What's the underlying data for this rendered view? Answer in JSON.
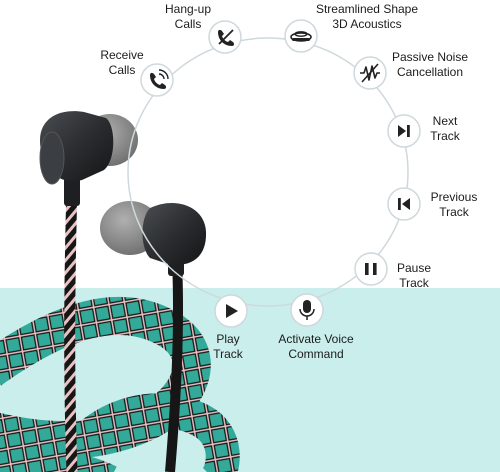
{
  "features": [
    {
      "id": "hangup",
      "icon": "hang-up-phone-icon",
      "lines": [
        "Hang-up",
        "Calls"
      ]
    },
    {
      "id": "shape",
      "icon": "streamlined-shape-icon",
      "lines": [
        "Streamlined Shape",
        "3D Acoustics"
      ]
    },
    {
      "id": "receive",
      "icon": "receive-call-icon",
      "lines": [
        "Receive",
        "Calls"
      ]
    },
    {
      "id": "noise",
      "icon": "noise-cancellation-icon",
      "lines": [
        "Passive Noise",
        "Cancellation"
      ]
    },
    {
      "id": "next",
      "icon": "next-track-icon",
      "lines": [
        "Next",
        "Track"
      ]
    },
    {
      "id": "previous",
      "icon": "previous-track-icon",
      "lines": [
        "Previous",
        "Track"
      ]
    },
    {
      "id": "pause",
      "icon": "pause-track-icon",
      "lines": [
        "Pause",
        "Track"
      ]
    },
    {
      "id": "play",
      "icon": "play-track-icon",
      "lines": [
        "Play",
        "Track"
      ]
    },
    {
      "id": "voice",
      "icon": "microphone-icon",
      "lines": [
        "Activate Voice",
        "Command"
      ]
    }
  ],
  "colors": {
    "background": "#ffffff",
    "teal_band": "#c9eeec",
    "cable_teal": "#33a99a",
    "cable_pink": "#e9c2c3",
    "cable_black": "#161616",
    "earbud_body": "#2b2d30",
    "ear_tip": "#8b8b8b",
    "ring_line": "#cfd8dc"
  }
}
